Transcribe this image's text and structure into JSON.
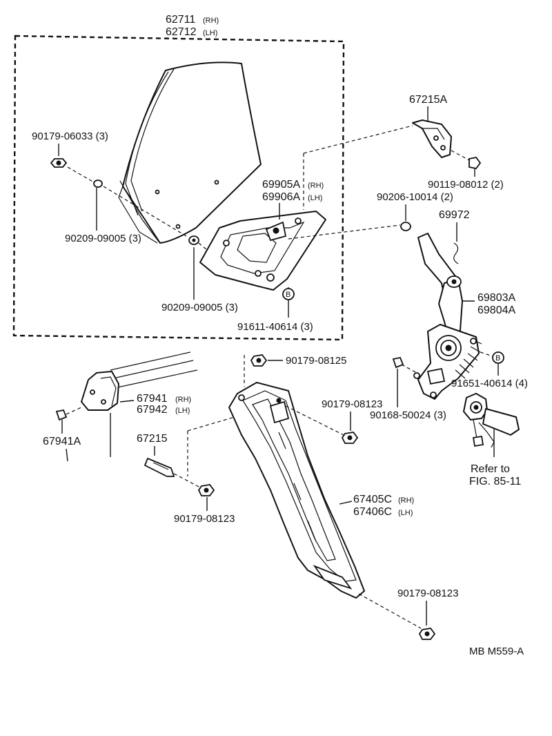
{
  "labels": {
    "glass_rh": "62711",
    "glass_lh": "62712",
    "rh": "(RH)",
    "lh": "(LH)",
    "nut_06033": "90179-06033 (3)",
    "washer_09005_a": "90209-09005 (3)",
    "washer_09005_b": "90209-09005 (3)",
    "channel_rh": "69905A",
    "channel_lh": "69906A",
    "bolt_40614_3": "91611-40614 (3)",
    "bracket_67215A": "67215A",
    "bolt_08012": "90119-08012 (2)",
    "washer_10014": "90206-10014 (2)",
    "clip_69972": "69972",
    "regulator_rh": "69803A",
    "regulator_lh": "69804A",
    "bolt_40614_4": "91651-40614 (4)",
    "screw_50024": "90168-50024 (3)",
    "refer_line1": "Refer to",
    "refer_line2": "FIG. 85-11",
    "nut_08125": "90179-08125",
    "nut_08123_a": "90179-08123",
    "nut_08123_b": "90179-08123",
    "nut_08123_c": "90179-08123",
    "stopper_rh": "67941",
    "stopper_lh": "67942",
    "bolt_67941A": "67941A",
    "bolt_67215": "67215",
    "panel_rh": "67405C",
    "panel_lh": "67406C",
    "b_marker_1": "B",
    "b_marker_2": "B",
    "code": "MB M559-A"
  }
}
